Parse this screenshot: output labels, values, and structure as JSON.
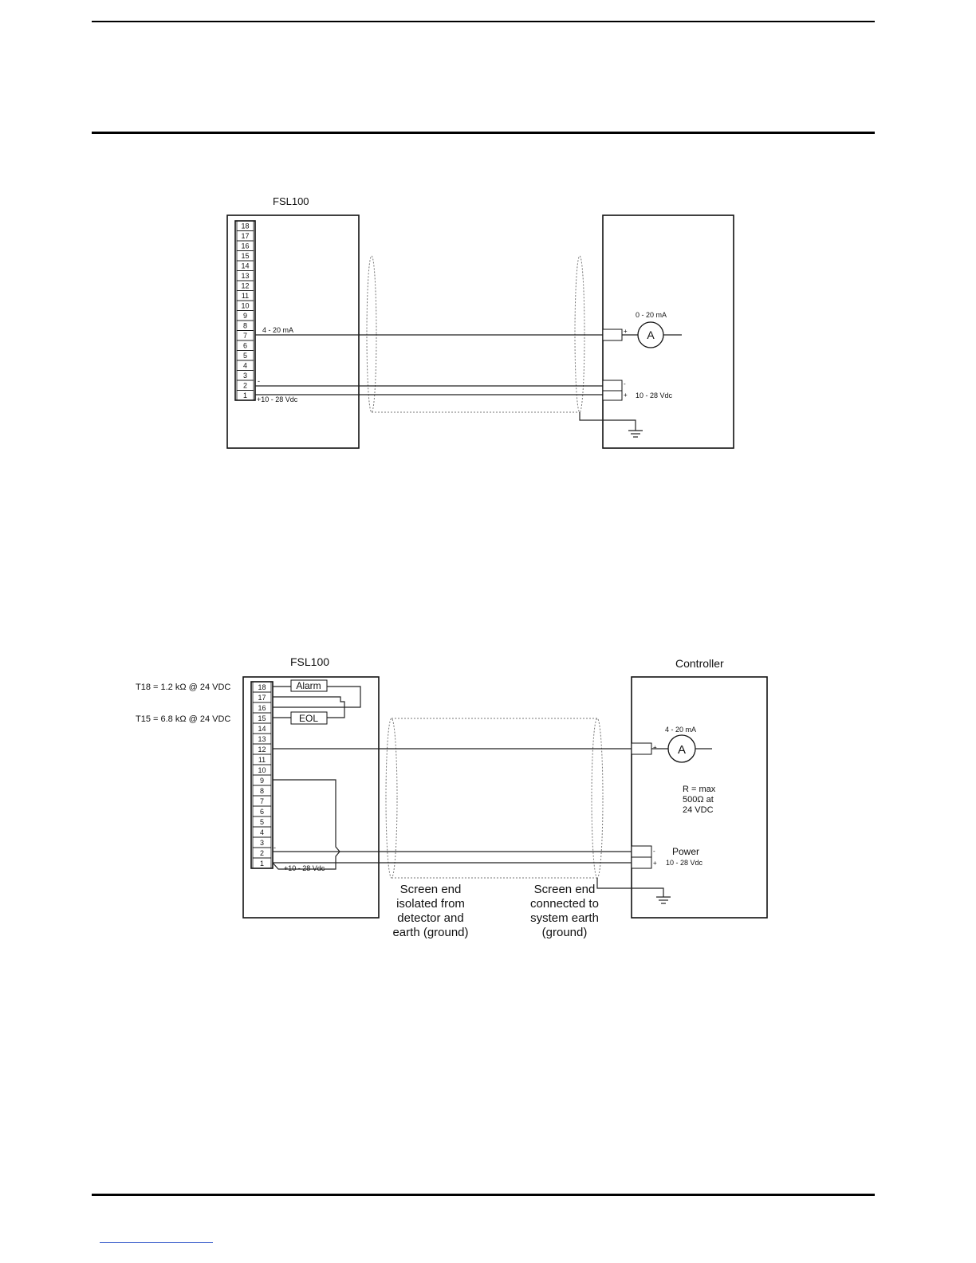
{
  "diagram1": {
    "detector_label": "FSL100",
    "terminals": [
      "18",
      "17",
      "16",
      "15",
      "14",
      "13",
      "12",
      "11",
      "10",
      "9",
      "8",
      "7",
      "6",
      "5",
      "4",
      "3",
      "2",
      "1"
    ],
    "signal_label": "4 - 20 mA",
    "minus_label": "-",
    "supply_label": "+10 - 28 Vdc",
    "meter_range": "0 - 20 mA",
    "meter_symbol": "A",
    "plus_sign": "+",
    "minus_sign": "-",
    "power_label": "10 - 28 Vdc"
  },
  "diagram2": {
    "detector_label": "FSL100",
    "controller_label": "Controller",
    "t18_note": "T18 = 1.2 kΩ @ 24 VDC",
    "t15_note": "T15 = 6.8 kΩ @ 24 VDC",
    "terminals": [
      "18",
      "17",
      "16",
      "15",
      "14",
      "13",
      "12",
      "11",
      "10",
      "9",
      "8",
      "7",
      "6",
      "5",
      "4",
      "3",
      "2",
      "1"
    ],
    "alarm_label": "Alarm",
    "eol_label": "EOL",
    "minus_label": "-",
    "supply_label": "+10 - 28 Vdc",
    "meter_range": "4 - 20 mA",
    "meter_symbol": "A",
    "resistance_note": [
      "R = max",
      "500Ω  at",
      "24 VDC"
    ],
    "power_title": "Power",
    "power_label": "10 - 28 Vdc",
    "plus_sign": "+",
    "minus_sign": "-",
    "screen_isolated": [
      "Screen end",
      "isolated from",
      "detector and",
      "earth (ground)"
    ],
    "screen_connected": [
      "Screen end",
      "connected to",
      "system earth",
      "(ground)"
    ]
  }
}
